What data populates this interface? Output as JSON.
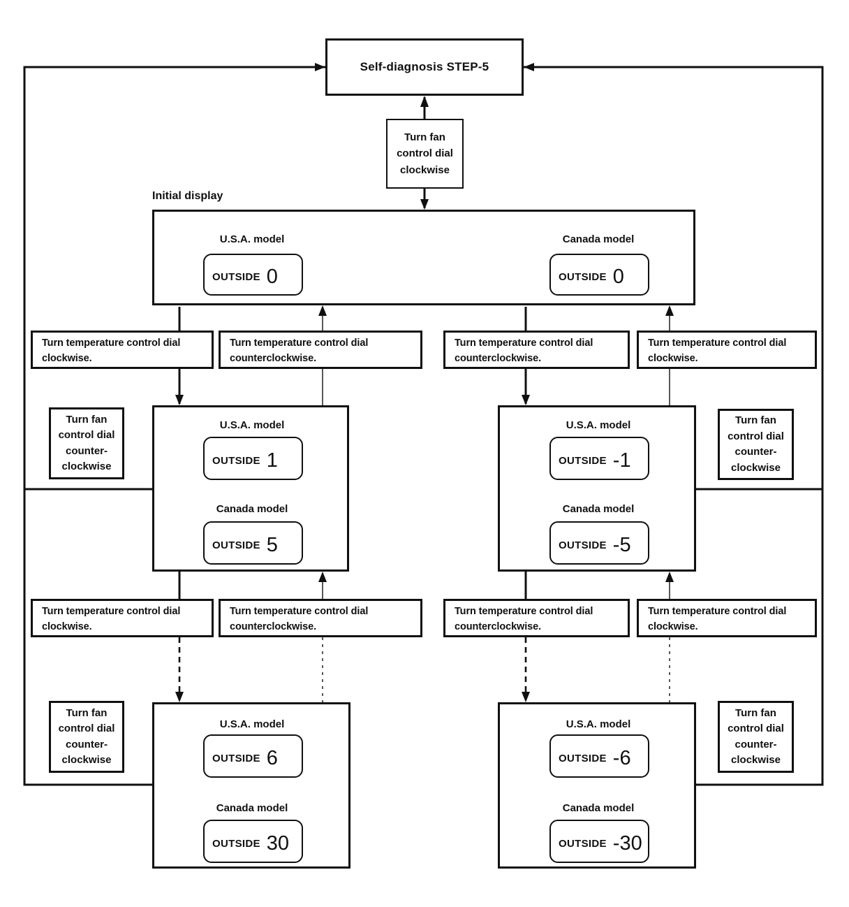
{
  "colors": {
    "line": "#101010",
    "box_background": "#ffffff",
    "text": "#101010"
  },
  "nodes": {
    "step5": "Self-diagnosis STEP-5",
    "fan_cw": [
      "Turn fan",
      "control dial",
      "clockwise"
    ],
    "initial_label": "Initial display",
    "usa": "U.S.A. model",
    "canada": "Canada model",
    "outside": "OUTSIDE",
    "temp_cw": [
      "Turn temperature control dial",
      "clockwise."
    ],
    "temp_ccw": [
      "Turn temperature control dial",
      "counterclockwise."
    ],
    "fan_ccw": [
      "Turn fan",
      "control dial",
      "counter-",
      "clockwise"
    ]
  },
  "values": {
    "initial_usa": "0",
    "initial_canada": "0",
    "cw1_usa": "1",
    "cw1_canada": "5",
    "ccw1_usa": "-1",
    "ccw1_canada": "-5",
    "cw2_usa": "6",
    "cw2_canada": "30",
    "ccw2_usa": "-6",
    "ccw2_canada": "-30"
  }
}
